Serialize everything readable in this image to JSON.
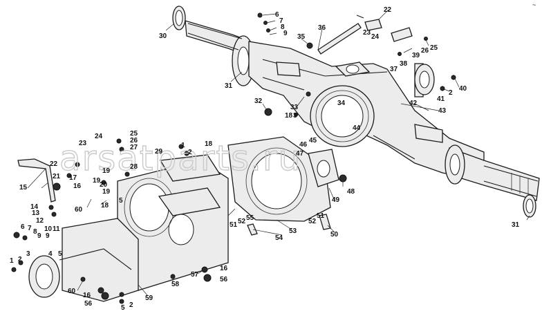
{
  "watermark": "arsatparts.ru",
  "corner_mark": "~",
  "callouts": {
    "c1": "1",
    "c2": "2",
    "c3": "3",
    "c4": "4",
    "c5": "5",
    "c6": "6",
    "c7": "7",
    "c8": "8",
    "c9": "9",
    "c10": "10",
    "c11": "11",
    "c12": "12",
    "c13": "13",
    "c14": "14",
    "c15": "15",
    "c16": "16",
    "c17": "17",
    "c18": "18",
    "c19": "19",
    "c20": "20",
    "c21": "21",
    "c22": "22",
    "c23": "23",
    "c24": "24",
    "c25": "25",
    "c26": "26",
    "c27": "27",
    "c28": "28",
    "c29": "29",
    "c30": "30",
    "c31": "31",
    "c32": "32",
    "c33": "33",
    "c34": "34",
    "c35": "35",
    "c36": "36",
    "c37": "37",
    "c38": "38",
    "c39": "39",
    "c40": "40",
    "c41": "41",
    "c42": "42",
    "c43": "43",
    "c44": "44",
    "c45": "45",
    "c46": "46",
    "c47": "47",
    "c48": "48",
    "c49": "49",
    "c50": "50",
    "c51": "51",
    "c52": "52",
    "c53": "53",
    "c54": "54",
    "c55": "55",
    "c56": "56",
    "c57": "57",
    "c58": "58",
    "c59": "59",
    "c60": "60"
  }
}
